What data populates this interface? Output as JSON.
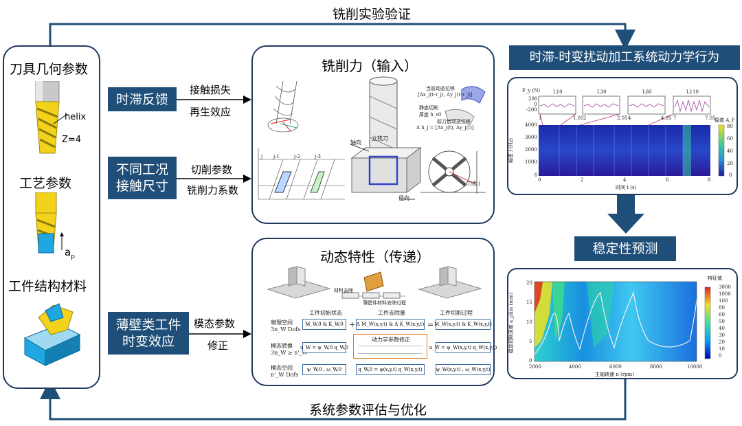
{
  "top_feedback": "铣削实验验证",
  "bottom_feedback": "系统参数评估与优化",
  "left": {
    "tool_geom": "刀具几何参数",
    "helix": "helix",
    "teeth": "Z=4",
    "process": "工艺参数",
    "ap": "a",
    "ap_sub": "p",
    "workpiece": "工件结构材料"
  },
  "blue_boxes": {
    "delay": "时滞反馈",
    "cond_l1": "不同工况",
    "cond_l2": "接触尺寸",
    "thin_l1": "薄壁类工件",
    "thin_l2": "时变效应"
  },
  "arrow_labels": {
    "a1_top": "接触损失",
    "a1_bot": "再生效应",
    "a2_top": "切削参数",
    "a2_bot": "铣削力系数",
    "a3_top": "模态参数",
    "a3_bot": "修正"
  },
  "force_panel": {
    "title": "铣削力（输入）",
    "mill": "立铣刀",
    "axial": "轴向",
    "radial": "径向",
    "cur_disp": "当前动态位移",
    "cur_expr": "[Δx_j(t-τ_j), Δy_j(t-τ_j)]",
    "static_l1": "静态切削",
    "static_l2": "厚度 h_s0",
    "prev_disp": "前刀齿动态位移",
    "prev_expr": "Δ h_j = [Δx_j(t), Δy_j(t)]",
    "tooth": "刀齿 j",
    "j1": "j-1",
    "j2": "j-2",
    "j3": "j-3",
    "jj": "j"
  },
  "dyn_panel": {
    "title": "动态特性（传递）",
    "removal": "材料去除",
    "removal_proc": "薄壁件材料去除过程",
    "col1": "工件初始状态",
    "col2": "工件去除量",
    "col3": "工件切削过程",
    "row1_l1": "物理空间",
    "row1_l2": "3n_W Dofs",
    "row2_l1": "模态转换",
    "row2_l2": "3n_W ≥ n'_W",
    "row3_l1": "模态空间",
    "row3_l2": "n'_W Dofs",
    "f_m0": "M_W,0 & K_W,0",
    "f_dm": "Δ M_W(x,y,t) & Δ K_W(x,y,t)",
    "f_mt": "M_W(x,y,t) & K_W(x,y,t)",
    "f_u0": "u_W = ψ_W,0 q_W,0",
    "f_ut": "u_W = ψ_W(x,y,t) q_W(x,y,t)",
    "f_mod": "动力学参数修正",
    "f_q0": "ψ_W,0 ,  ω_W,0",
    "f_qm": "q_W,0 = ψ(x,y,t) q_W(x,y,t)",
    "f_qt": "ψ_W(x,y,t) ,  ω_W(x,y,t)",
    "plus": "+",
    "eq": "="
  },
  "right": {
    "title": "时滞-时变扰动加工系统动力学行为",
    "predict": "稳定性预测",
    "spec": {
      "insets": [
        "L10",
        "L30",
        "L60",
        "L110"
      ],
      "inset_ranges": [
        "1",
        "1.05",
        "2",
        "2.05",
        "4",
        "4.05",
        "7",
        "7.05"
      ],
      "fy_label": "F_y (N)",
      "fy_ticks": [
        "200",
        "0",
        "-200"
      ],
      "y_ticks": [
        "4000",
        "3000",
        "2000",
        "1000",
        "0"
      ],
      "x_ticks": [
        "0",
        "2",
        "4",
        "6",
        "8"
      ],
      "ylabel": "频率 f (Hz)",
      "xlabel": "时间 t (s)",
      "cbar_title": "幅值 A_F",
      "cbar_ticks": [
        "80",
        "60",
        "40",
        "20",
        "0"
      ]
    },
    "stab": {
      "y_ticks": [
        "20",
        "15",
        "10",
        "5",
        "0"
      ],
      "x_ticks": [
        "2000",
        "4000",
        "6000",
        "8000",
        "10000"
      ],
      "ylabel": "稳定切削深度 a_plim (mm)",
      "xlabel": "主轴转速 n (rpm)",
      "cbar_title": "特征值",
      "cbar_ticks": [
        "3000",
        "1000",
        "100",
        "80",
        "60",
        "50",
        "40",
        "30",
        "20",
        "10",
        "0"
      ]
    }
  },
  "colors": {
    "navy": "#1f4e79",
    "panel_border": "#1f3a5f",
    "tool_yellow": "#f2d21b",
    "work_blue": "#1ea7e0"
  }
}
